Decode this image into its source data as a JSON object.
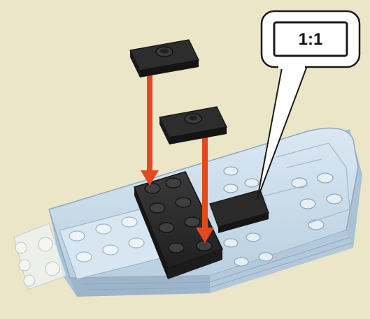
{
  "callout": {
    "scale_label": "1:1"
  },
  "colors": {
    "background": "#ece6c9",
    "hull": "#cfe0ee",
    "hull_shadow": "#9fb7cc",
    "dark_brick": "#2b2b2b",
    "arrow": "#e2491f",
    "callout_border": "#1a1a1a"
  },
  "parts": [
    {
      "icon": "tile-1x2-jumper-icon",
      "color": "black"
    },
    {
      "icon": "tile-1x2-jumper-icon",
      "color": "black"
    },
    {
      "icon": "plate-2x4-icon",
      "color": "black"
    },
    {
      "icon": "tile-2x2-icon",
      "color": "black"
    }
  ],
  "arrows": [
    {
      "icon": "down-arrow-icon",
      "color": "orange"
    },
    {
      "icon": "down-arrow-icon",
      "color": "orange"
    }
  ]
}
